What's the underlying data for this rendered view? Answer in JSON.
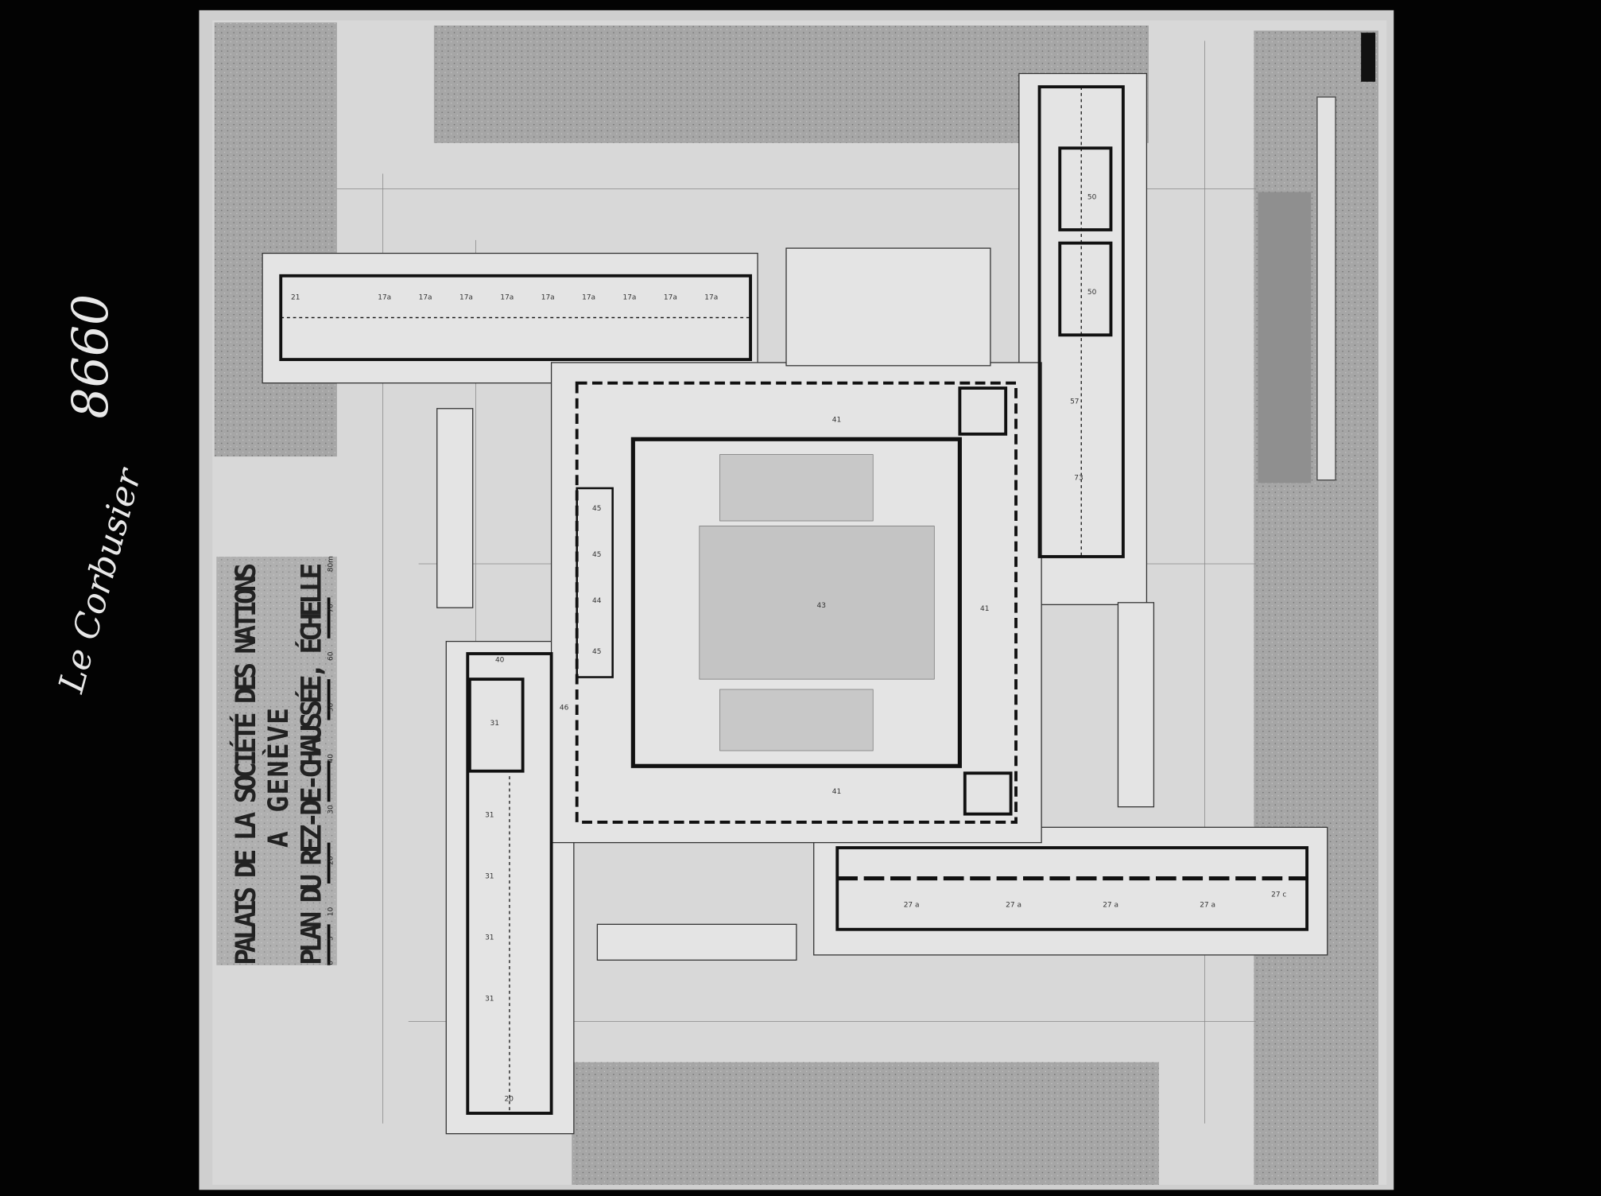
{
  "drawing": {
    "title_line1": "PALAIS DE LA SOCIÉTÉ DES NATIONS",
    "title_line2": "A GENÈVE",
    "title_line3": "PLAN DU REZ-DE-CHAUSSÉE, ÉCHELLE",
    "scale_ticks": [
      "0",
      "5",
      "10",
      "20",
      "30",
      "40",
      "50",
      "60",
      "70",
      "80m"
    ],
    "handwritten_number": "8660",
    "handwritten_signature": "Le Corbusier",
    "room_labels": {
      "assembly_hall": "43",
      "foyer_top": "41",
      "foyer_bottom": "41",
      "foyer_right": "41",
      "right_wing_hall": "73",
      "right_wing_rooms": [
        "50",
        "50",
        "57"
      ],
      "bottom_wing_rooms": [
        "27 a",
        "27 a",
        "27 a",
        "27 a",
        "27 c"
      ],
      "left_wing_rooms": [
        "21",
        "17a",
        "17a",
        "17a",
        "17a",
        "17a",
        "17a",
        "17a",
        "17a",
        "17a"
      ],
      "lower_wing_rooms": [
        "31",
        "31",
        "31",
        "31",
        "31",
        "20"
      ],
      "central_rooms": [
        "45",
        "44",
        "45",
        "45",
        "46",
        "40"
      ]
    }
  },
  "colors": {
    "paper": "#d6d6d6",
    "speckle": "#a9a9a9",
    "ink": "#111111",
    "frame": "#000000"
  }
}
